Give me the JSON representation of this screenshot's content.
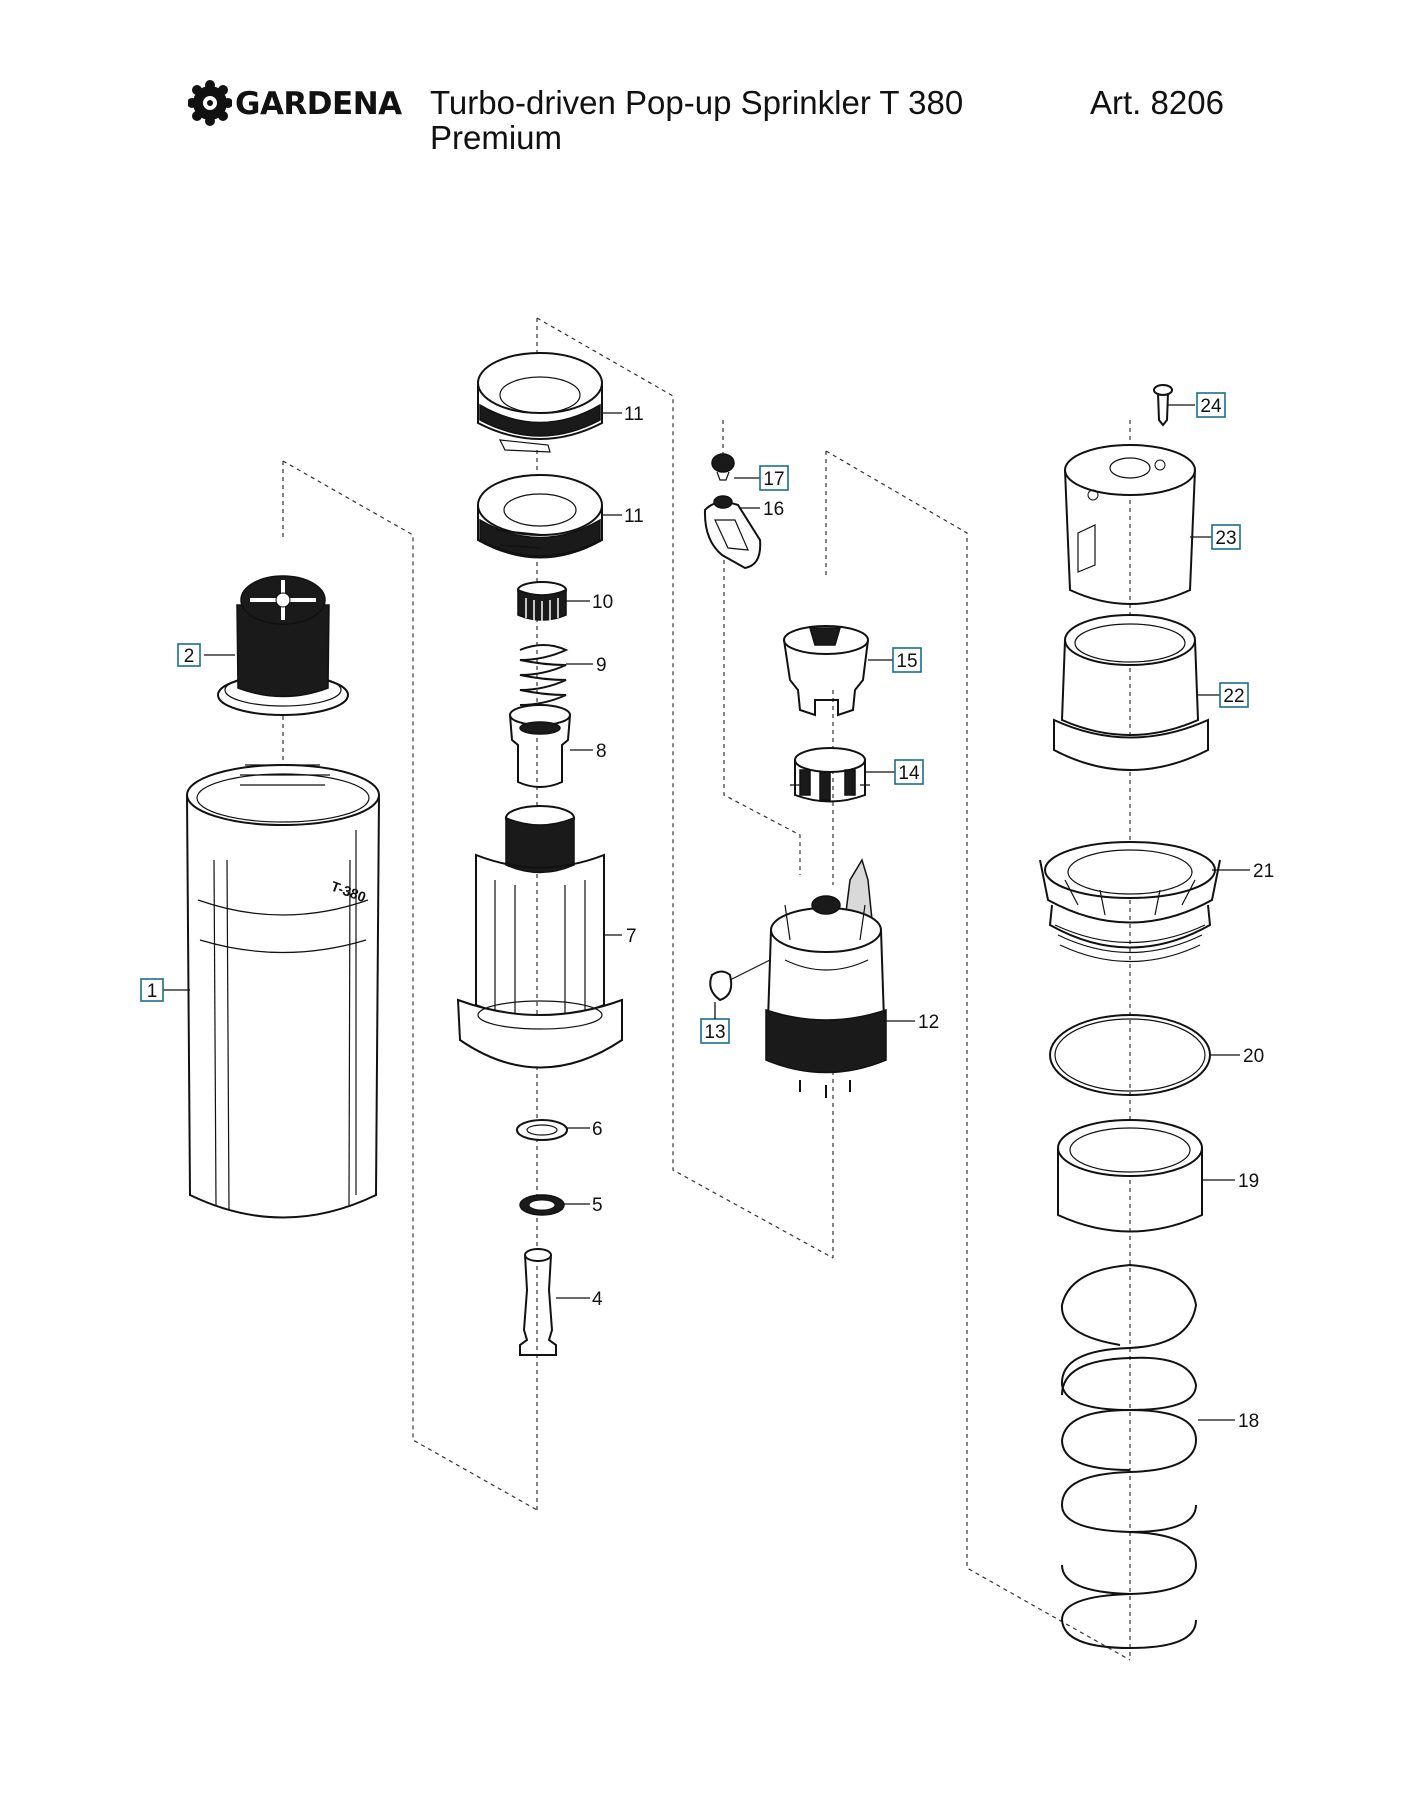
{
  "header": {
    "brand": "GARDENA",
    "title_line1": "Turbo-driven Pop-up Sprinkler T 380",
    "title_line2": "Premium",
    "article": "Art. 8206"
  },
  "colors": {
    "label_box": "#1a6f8a",
    "ink": "#111111"
  },
  "parts": [
    {
      "id": "1",
      "label": "1",
      "boxed": true
    },
    {
      "id": "2",
      "label": "2",
      "boxed": true
    },
    {
      "id": "4",
      "label": "4",
      "boxed": false
    },
    {
      "id": "5",
      "label": "5",
      "boxed": false
    },
    {
      "id": "6",
      "label": "6",
      "boxed": false
    },
    {
      "id": "7",
      "label": "7",
      "boxed": false
    },
    {
      "id": "8",
      "label": "8",
      "boxed": false
    },
    {
      "id": "9",
      "label": "9",
      "boxed": false
    },
    {
      "id": "10",
      "label": "10",
      "boxed": false
    },
    {
      "id": "11a",
      "label": "11",
      "boxed": false
    },
    {
      "id": "11b",
      "label": "11",
      "boxed": false
    },
    {
      "id": "12",
      "label": "12",
      "boxed": false
    },
    {
      "id": "13",
      "label": "13",
      "boxed": true
    },
    {
      "id": "14",
      "label": "14",
      "boxed": true
    },
    {
      "id": "15",
      "label": "15",
      "boxed": true
    },
    {
      "id": "16",
      "label": "16",
      "boxed": false
    },
    {
      "id": "17",
      "label": "17",
      "boxed": true
    },
    {
      "id": "18",
      "label": "18",
      "boxed": false
    },
    {
      "id": "19",
      "label": "19",
      "boxed": false
    },
    {
      "id": "20",
      "label": "20",
      "boxed": false
    },
    {
      "id": "21",
      "label": "21",
      "boxed": false
    },
    {
      "id": "22",
      "label": "22",
      "boxed": true
    },
    {
      "id": "23",
      "label": "23",
      "boxed": true
    },
    {
      "id": "24",
      "label": "24",
      "boxed": true
    }
  ]
}
